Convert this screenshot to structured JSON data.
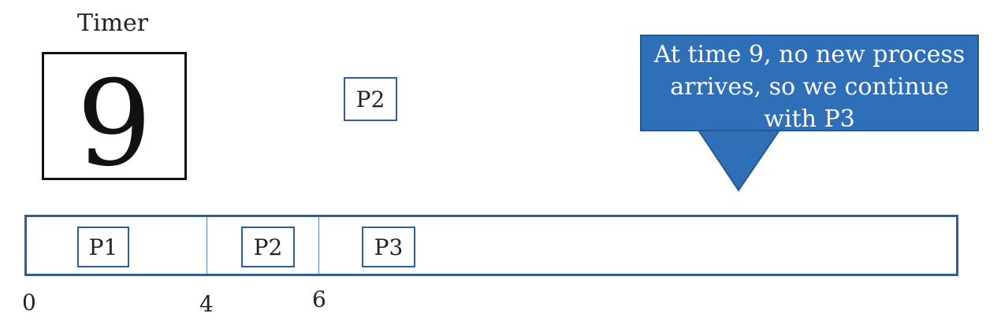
{
  "timer": {
    "label": "Timer",
    "value": "9"
  },
  "waiting_process": "P2",
  "gantt": {
    "segments": [
      {
        "label": "P1"
      },
      {
        "label": "P2"
      },
      {
        "label": "P3"
      }
    ],
    "ticks": [
      "0",
      "4",
      "6"
    ]
  },
  "callout": {
    "line1": "At time 9, no new process",
    "line2": "arrives, so we continue",
    "line3": "with P3"
  },
  "colors": {
    "accent": "#2f6fb8",
    "border": "#2f5f93"
  }
}
